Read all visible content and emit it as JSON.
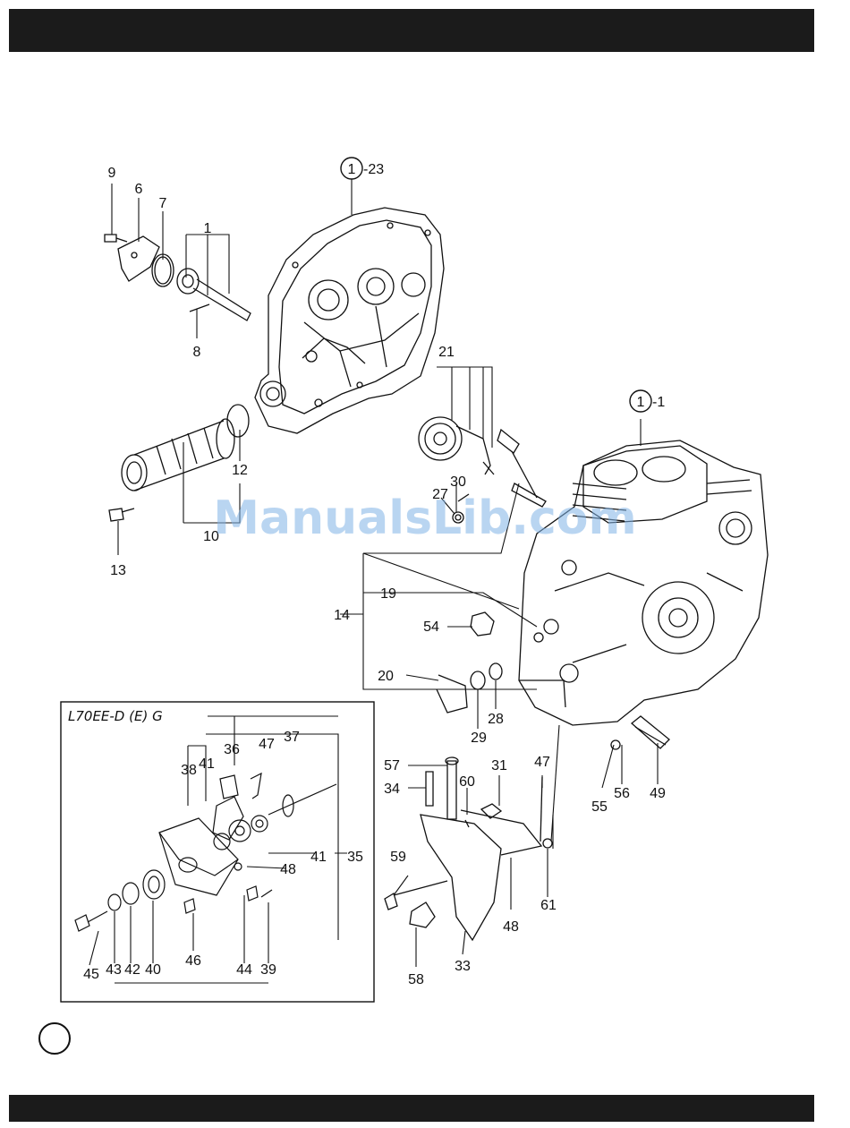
{
  "ref_labels": {
    "top_housing": "1",
    "top_housing_suffix": "-23",
    "main_housing": "1",
    "main_housing_suffix": "-1"
  },
  "watermark": "ManualsLib.com",
  "inset_title": "L70EE-D (E) G",
  "parts": {
    "p9": "9",
    "p6": "6",
    "p7": "7",
    "p1": "1",
    "p8": "8",
    "p21": "21",
    "p12": "12",
    "p10": "10",
    "p13": "13",
    "p30": "30",
    "p27": "27",
    "p19": "19",
    "p14": "14",
    "p54": "54",
    "p20": "20",
    "p29": "29",
    "p28": "28",
    "p36": "36",
    "p47a": "47",
    "p37": "37",
    "p38": "38",
    "p41a": "41",
    "p48a": "48",
    "p41b": "41",
    "p35": "35",
    "p45": "45",
    "p43": "43",
    "p42": "42",
    "p40": "40",
    "p46": "46",
    "p44": "44",
    "p39": "39",
    "p57": "57",
    "p34": "34",
    "p60": "60",
    "p31": "31",
    "p47b": "47",
    "p59": "59",
    "p48b": "48",
    "p61": "61",
    "p58": "58",
    "p33": "33",
    "p55": "55",
    "p56": "56",
    "p49": "49"
  }
}
